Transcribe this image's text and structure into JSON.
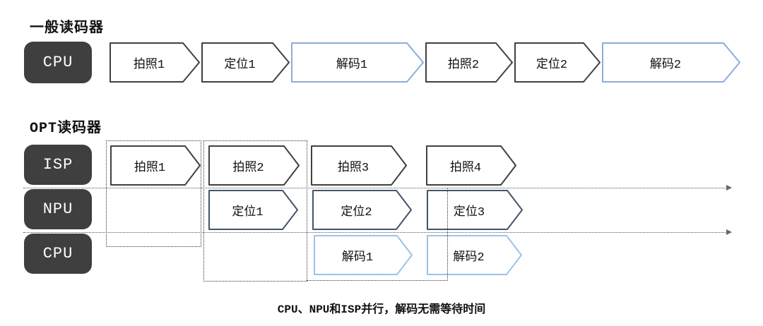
{
  "colors": {
    "dark": "#404040",
    "blue_light": "#8faadc",
    "navy": "#44546a",
    "sky": "#9dc3e6",
    "chip_bg": "#3f3f3f",
    "chip_text": "#ffffff"
  },
  "general": {
    "title": "一般读码器",
    "lane": "CPU",
    "stages": [
      "拍照1",
      "定位1",
      "解码1",
      "拍照2",
      "定位2",
      "解码2"
    ]
  },
  "opt": {
    "title": "OPT读码器",
    "lanes": [
      {
        "label": "ISP",
        "stages": [
          "拍照1",
          "拍照2",
          "拍照3",
          "拍照4"
        ]
      },
      {
        "label": "NPU",
        "stages": [
          "定位1",
          "定位2",
          "定位3"
        ]
      },
      {
        "label": "CPU",
        "stages": [
          "解码1",
          "解码2"
        ]
      }
    ]
  },
  "caption": "CPU、NPU和ISP并行，解码无需等待时间"
}
